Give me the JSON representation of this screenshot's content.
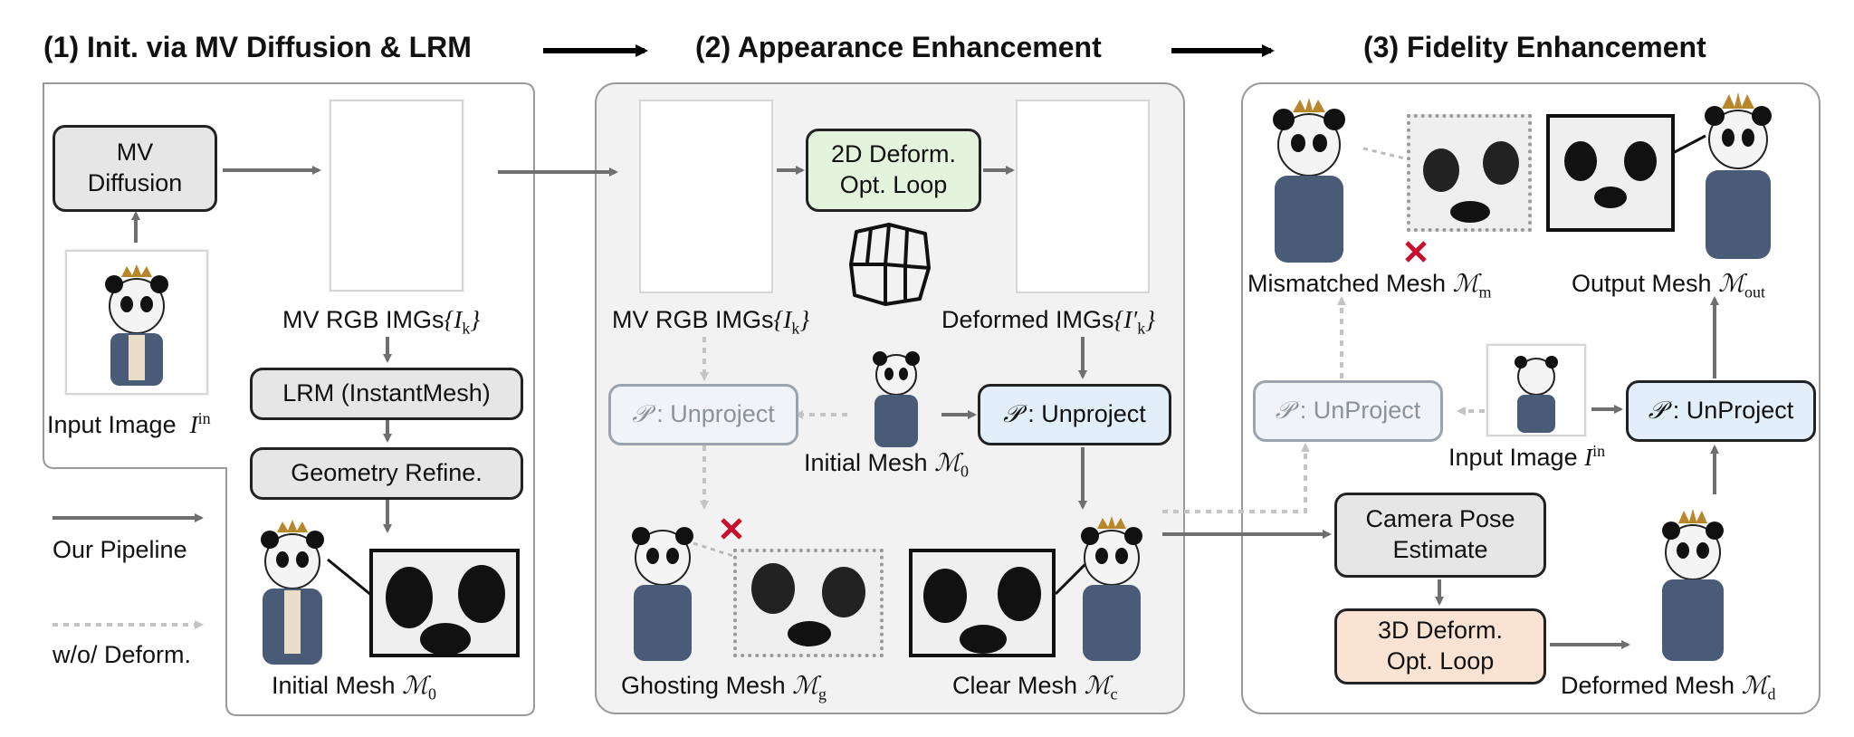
{
  "sections": {
    "s1_title": "(1) Init. via MV Diffusion & LRM",
    "s2_title": "(2) Appearance  Enhancement",
    "s3_title": "(3) Fidelity Enhancement"
  },
  "nodes": {
    "mv_diffusion": "MV\nDiffusion",
    "lrm": "LRM (InstantMesh)",
    "geometry_refine": "Geometry Refine.",
    "deform_2d": "2D Deform.\nOpt. Loop",
    "unproject_faded": "Unproject",
    "unproject": "Unproject",
    "unproject3_faded": "UnProject",
    "unproject3": "UnProject",
    "camera_pose": "Camera Pose\nEstimate",
    "deform_3d": "3D Deform.\nOpt. Loop",
    "proj_symbol": "𝒫"
  },
  "labels": {
    "input_image": "Input Image",
    "input_image_sym": "I",
    "input_image_sup": "in",
    "mv_rgb_1": "MV RGB IMGs",
    "mv_rgb_2": "MV RGB IMGs",
    "imgs_sym": "{I",
    "imgs_sub": "k",
    "imgs_close": "}",
    "deformed_imgs": "Deformed IMGs",
    "deformed_sym": "{I′",
    "initial_mesh_1": "Initial Mesh",
    "initial_mesh_2": "Initial Mesh",
    "mesh_sym": "ℳ",
    "sub_0": "0",
    "ghosting_mesh": "Ghosting Mesh",
    "sub_g": "g",
    "clear_mesh": "Clear Mesh",
    "sub_c": "c",
    "mismatched_mesh": "Mismatched Mesh",
    "sub_m": "m",
    "output_mesh": "Output Mesh",
    "sub_out": "out",
    "deformed_mesh": "Deformed Mesh",
    "sub_d": "d",
    "input_image_3": "Input Image",
    "legend_pipeline": "Our Pipeline",
    "legend_wo": "w/o/ Deform."
  },
  "colors": {
    "arrow": "#6f6f6f",
    "faded_arrow": "#c4c4c4",
    "panel_fill": "#f2f2f2",
    "cross": "#c8102e"
  }
}
